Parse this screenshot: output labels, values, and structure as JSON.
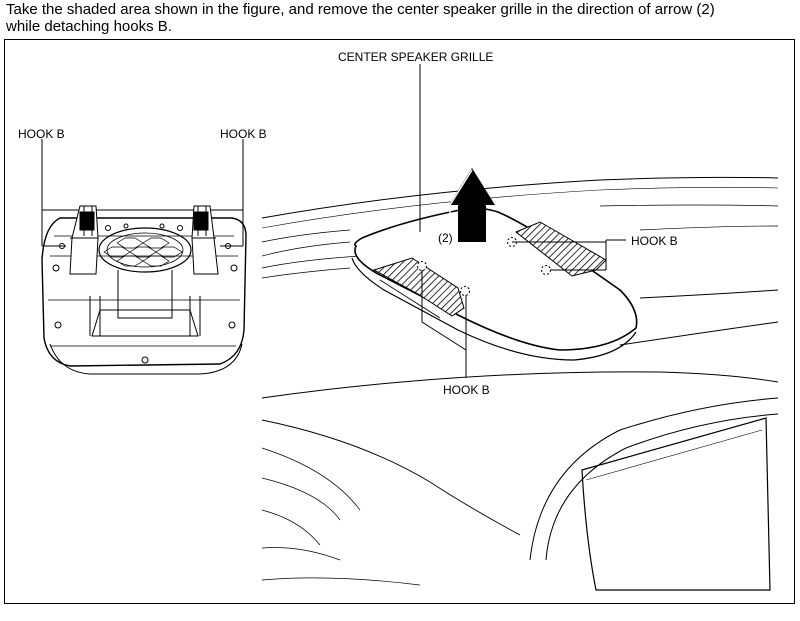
{
  "instruction": {
    "line1": "Take the shaded area shown in the figure, and remove the center speaker grille in the direction of arrow (2)",
    "line2": "while detaching hooks B."
  },
  "figure": {
    "labels": {
      "center_speaker_grille": "CENTER SPEAKER GRILLE",
      "hook_b_detail_left": "HOOK B",
      "hook_b_detail_right": "HOOK B",
      "hook_b_right": "HOOK B",
      "hook_b_bottom": "HOOK B",
      "arrow_step": "(2)"
    }
  }
}
